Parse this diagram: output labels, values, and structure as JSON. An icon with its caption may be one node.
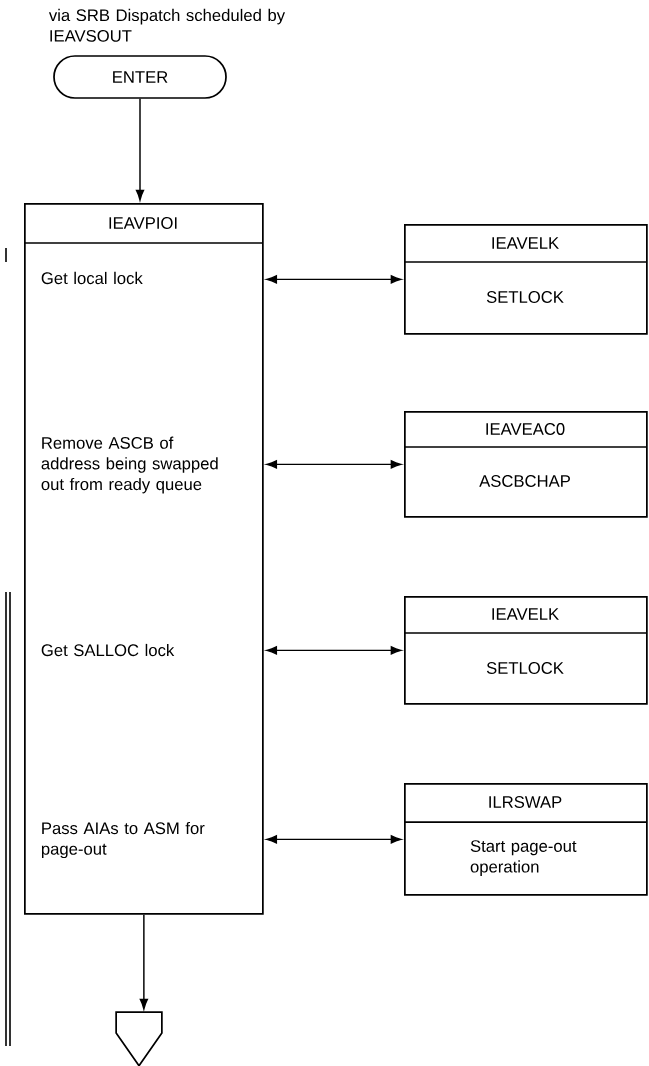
{
  "diagram": {
    "nodes": [
      {
        "text": [
          "ENTER"
        ],
        "beside": [
          "via SRB Dispatch scheduled by IEAVSOUT"
        ]
      },
      {
        "text": [
          "IEAVPIOI"
        ]
      },
      {
        "text": [
          "Get local lock"
        ],
        "in": 1
      },
      {
        "text": [
          "Remove ASCB of address being swapped out from ready queue"
        ],
        "in": 1
      },
      {
        "text": [
          "Get SALLOC lock"
        ],
        "in": 1
      },
      {
        "text": [
          "Pass AIAs to ASM for page-out"
        ],
        "in": 1
      },
      {
        "text": [
          "IEAVELK",
          "SETLOCK"
        ]
      },
      {
        "text": [
          "IEAVEAC0",
          "ASCBCHAP"
        ]
      },
      {
        "text": [
          "IEAVELK",
          "SETLOCK"
        ]
      },
      {
        "text": [
          "ILRSWAP",
          "Start page-out operation"
        ]
      },
      {
        "text": [],
        "shape": "pentagon"
      }
    ],
    "edges": [
      {
        "from": 0,
        "to": 1,
        "arrow": "to"
      },
      {
        "from": 1,
        "to": 6,
        "arrow": "both"
      },
      {
        "from": 1,
        "to": 7,
        "arrow": "both"
      },
      {
        "from": 1,
        "to": 8,
        "arrow": "both"
      },
      {
        "from": 1,
        "to": 9,
        "arrow": "both"
      },
      {
        "from": 1,
        "to": 10,
        "arrow": "to"
      }
    ]
  }
}
